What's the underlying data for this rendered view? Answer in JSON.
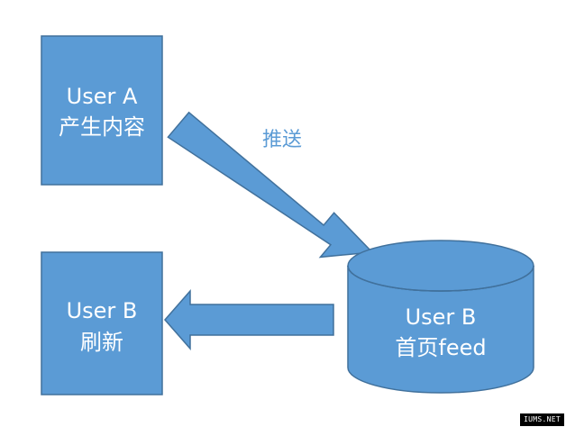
{
  "colors": {
    "fill": "#5b9bd5",
    "stroke": "#41719c",
    "text_on_fill": "#ffffff",
    "edge_label": "#5b9bd5",
    "background": "#ffffff"
  },
  "nodes": {
    "user_a": {
      "line1": "User A",
      "line2": "产生内容"
    },
    "user_b_refresh": {
      "line1": "User B",
      "line2": "刷新"
    },
    "feed_store": {
      "line1": "User B",
      "line2": "首页feed"
    }
  },
  "edges": {
    "push": {
      "label": "推送"
    },
    "refresh": {
      "label": ""
    }
  },
  "watermark": "IUMS.NET"
}
